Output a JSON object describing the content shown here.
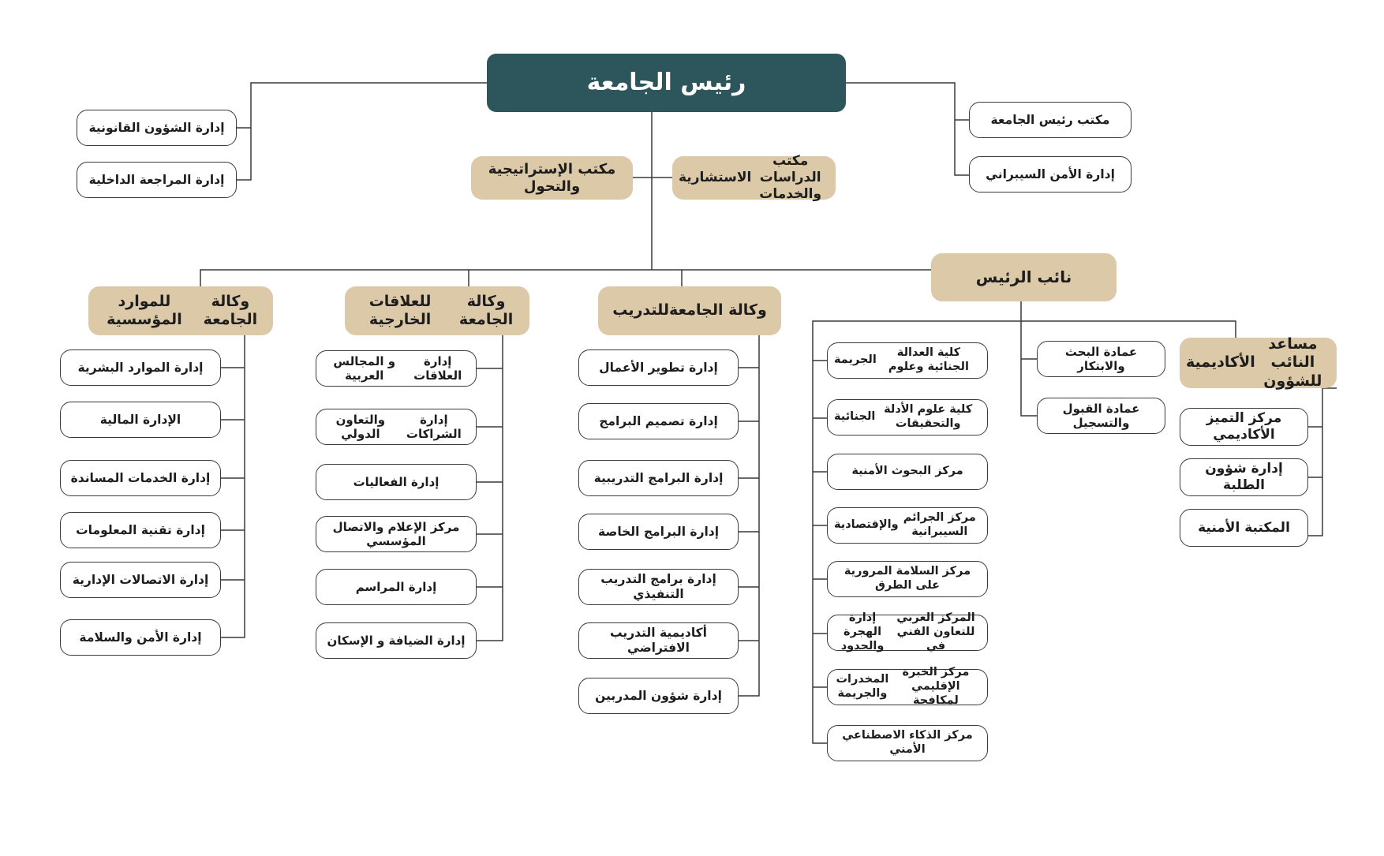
{
  "colors": {
    "root_fill": "#2d565c",
    "primary_fill": "#dcc9a7",
    "leaf_border": "#3a3a3a",
    "connector": "#3a3a3a"
  },
  "root": {
    "title": "رئيس الجامعة"
  },
  "president_left_units": [
    "إدارة الشؤون القانونية",
    "إدارة المراجعة الداخلية"
  ],
  "president_right_units": [
    "مكتب رئيس الجامعة",
    "إدارة الأمن السيبراني"
  ],
  "offices": {
    "strategy": "مكتب الإستراتيجية والتحول",
    "studies": "مكتب  الدراسات والخدمات\nالاستشارية"
  },
  "vice_president": {
    "title": "نائب الرئيس",
    "academic_assistant": {
      "title": "مساعد النائب للشؤون\nالأكاديمية",
      "units": [
        "مركز التميز الأكاديمي",
        "إدارة شؤون الطلبة",
        "المكتبة الأمنية"
      ]
    },
    "deanships": [
      "عمادة البحث والابتكار",
      "عمادة القبول والتسجيل"
    ],
    "colleges_centers": [
      "كلية العدالة الجنائية وعلوم\nالجريمة",
      "كلية علوم الأدلة والتحقيقات\nالجنائية",
      "مركز البحوث الأمنية",
      "مركز الجرائم السيبرانية\nوالإقتصادية",
      "مركز السلامة المرورية على الطرق",
      "المركز العربي للتعاون الفني في\nإدارة الهجرة والحدود",
      "مركز الخبرة الإقليمي لمكافحة\nالمخدرات والجريمة",
      "مركز الذكاء الاصطناعي الأمني"
    ]
  },
  "agencies": [
    {
      "title": "وكالة الجامعة\nللتدريب",
      "units": [
        "إدارة  تطوير الأعمال",
        "إدارة تصميم البرامج",
        "إدارة البرامج التدريبية",
        "إدارة البرامج الخاصة",
        "إدارة برامج التدريب التنفيذي",
        "أكاديمية التدريب الافتراضي",
        "إدارة  شؤون المدربين"
      ]
    },
    {
      "title": "وكالة الجامعة\nللعلاقات الخارجية",
      "units": [
        "إدارة العلاقات\nو المجالس العربية",
        "إدارة الشراكات\nوالتعاون الدولي",
        "إدارة الفعاليات",
        "مركز الإعلام والاتصال المؤسسي",
        "إدارة المراسم",
        "إدارة الضيافة و الإسكان"
      ]
    },
    {
      "title": "وكالة الجامعة\nللموارد المؤسسية",
      "units": [
        "إدارة الموارد البشرية",
        "الإدارة  المالية",
        "إدارة الخدمات المساندة",
        "إدارة تقنية المعلومات",
        "إدارة الاتصالات الإدارية",
        "إدارة الأمن والسلامة"
      ]
    }
  ]
}
